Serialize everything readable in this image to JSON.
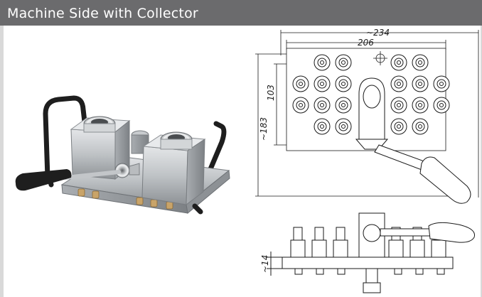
{
  "header": {
    "title": "Machine Side with Collector"
  },
  "drawing": {
    "dimensions": {
      "total_width": "~234",
      "plate_width": "206",
      "total_height": "~183",
      "plate_height": "103",
      "side_height": "~14"
    }
  },
  "colors": {
    "title_bar": "#6b6b6d",
    "title_text": "#ffffff",
    "frame": "#d9d9d9",
    "handle_black": "#1e1e1e",
    "steel": "#bfc3c6"
  },
  "icons": {
    "product": "machine-side-collector-photo",
    "drawing": "technical-drawing"
  }
}
